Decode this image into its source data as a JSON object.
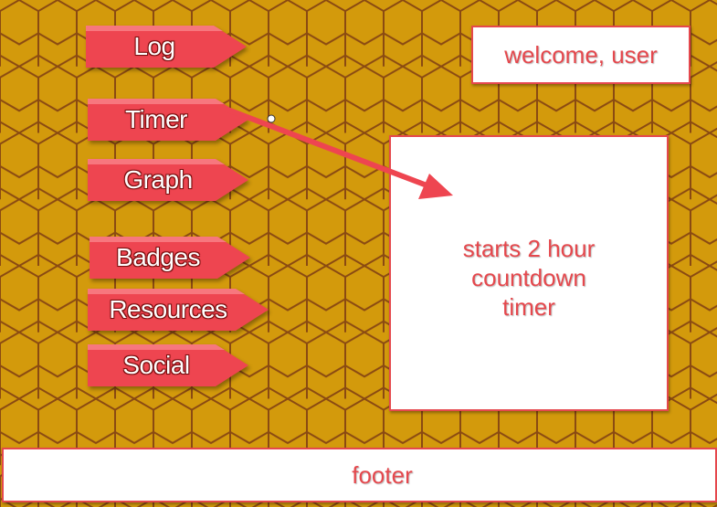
{
  "nav": {
    "items": [
      {
        "label": "Log"
      },
      {
        "label": "Timer"
      },
      {
        "label": "Graph"
      },
      {
        "label": "Badges"
      },
      {
        "label": "Resources"
      },
      {
        "label": "Social"
      }
    ]
  },
  "header": {
    "welcome": "welcome, user"
  },
  "panel": {
    "line1": "starts 2 hour",
    "line2": "countdown",
    "line3": "timer"
  },
  "footer": {
    "label": "footer"
  },
  "colors": {
    "accent": "#e5484d",
    "background": "#d39a0c",
    "hex_stroke": "#8a4a12",
    "text_light": "#ffffff"
  }
}
